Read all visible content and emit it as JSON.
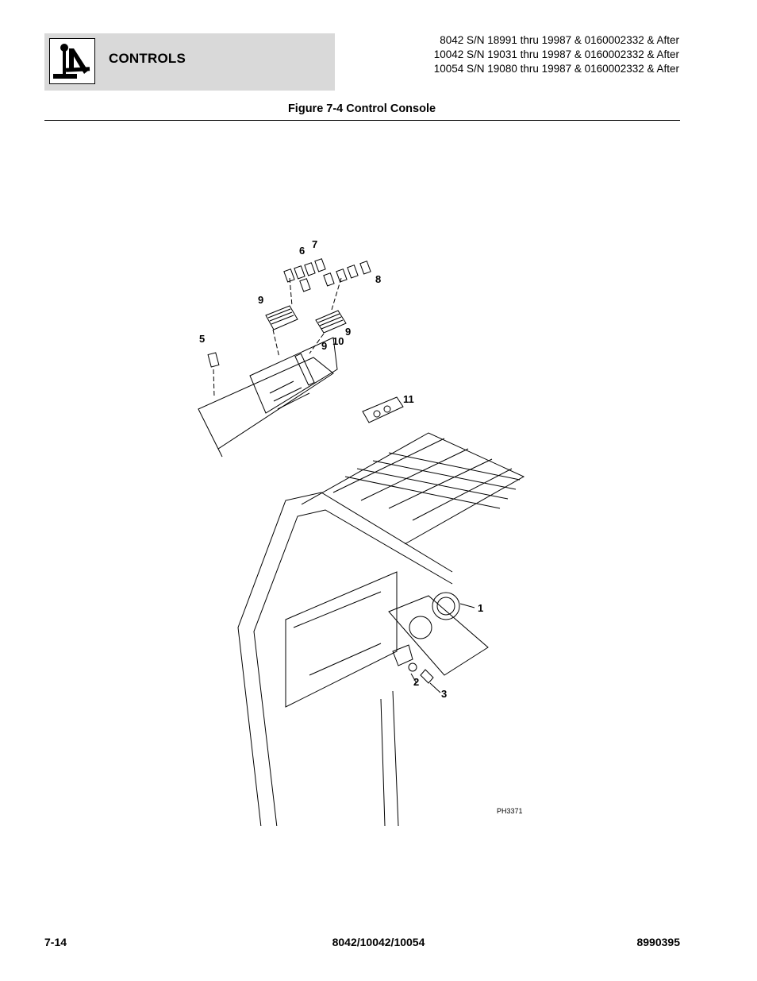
{
  "header": {
    "section": "CONTROLS",
    "serials": [
      "8042 S/N 18991 thru 19987 & 0160002332 & After",
      "10042 S/N 19031 thru 19987 & 0160002332 & After",
      "10054 S/N 19080 thru 19987 & 0160002332 & After"
    ],
    "icon": "joystick-icon"
  },
  "figure": {
    "title": "Figure 7-4 Control Console",
    "drawing_code": "PH3371",
    "callouts": {
      "c1": "1",
      "c2": "2",
      "c3": "3",
      "c5": "5",
      "c6": "6",
      "c7": "7",
      "c8": "8",
      "c9a": "9",
      "c9b": "9",
      "c9c": "9",
      "c10": "10",
      "c11": "11"
    }
  },
  "footer": {
    "page": "7-14",
    "models": "8042/10042/10054",
    "doc_number": "8990395"
  }
}
